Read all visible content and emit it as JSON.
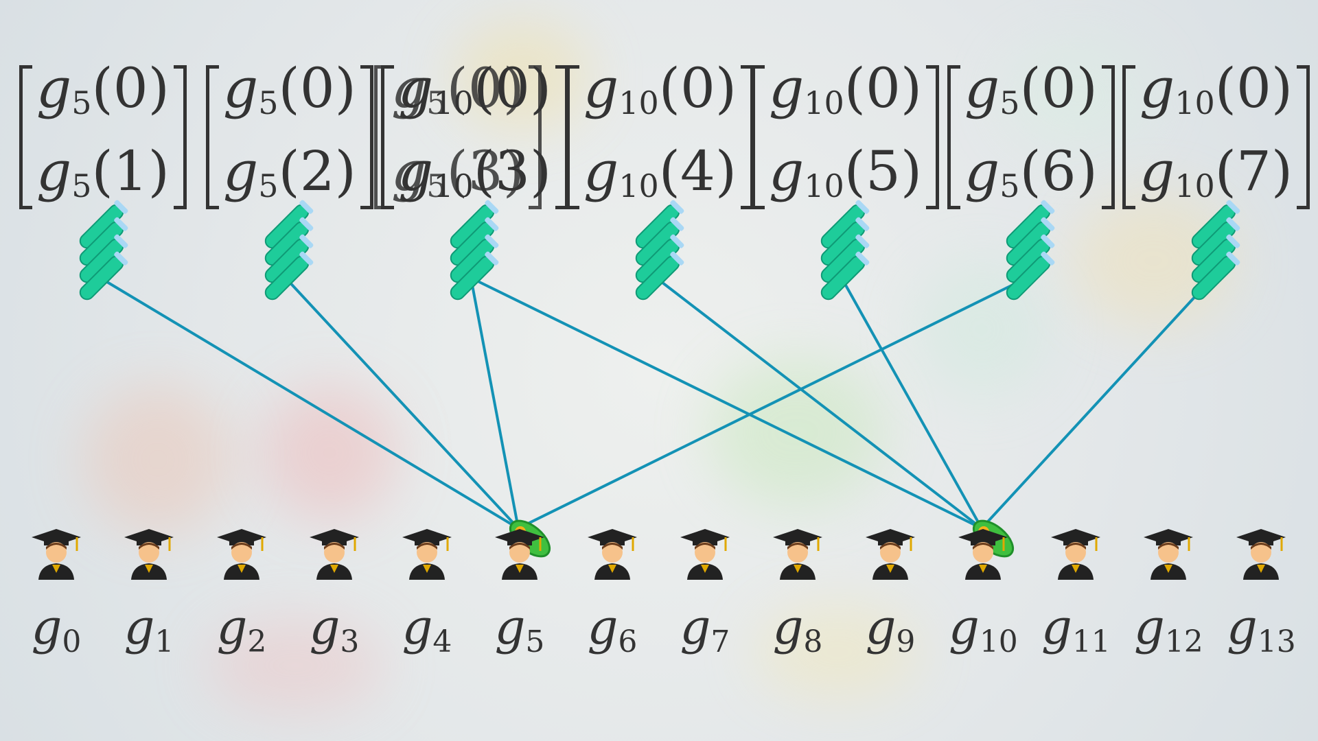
{
  "vectors": [
    {
      "top_fn": "g",
      "top_sub": "5",
      "top_arg": "(0)",
      "bottom_fn": "g",
      "bottom_sub": "5",
      "bottom_arg": "(1)"
    },
    {
      "top_fn": "g",
      "top_sub": "5",
      "top_arg": "(0)",
      "bottom_fn": "g",
      "bottom_sub": "5",
      "bottom_arg": "(2)"
    },
    {
      "top_fn": "g",
      "top_sub": "10",
      "top_arg": "(0)",
      "bottom_fn": "g",
      "bottom_sub": "10",
      "bottom_arg": "(3)"
    },
    {
      "top_fn": "g",
      "top_sub": "10",
      "top_arg": "(0)",
      "bottom_fn": "g",
      "bottom_sub": "10",
      "bottom_arg": "(4)"
    },
    {
      "top_fn": "g",
      "top_sub": "10",
      "top_arg": "(0)",
      "bottom_fn": "g",
      "bottom_sub": "10",
      "bottom_arg": "(5)"
    },
    {
      "top_fn": "g",
      "top_sub": "5",
      "top_arg": "(0)",
      "bottom_fn": "g",
      "bottom_sub": "5",
      "bottom_arg": "(6)"
    },
    {
      "top_fn": "g",
      "top_sub": "10",
      "top_arg": "(0)",
      "bottom_fn": "g",
      "bottom_sub": "10",
      "bottom_arg": "(7)"
    }
  ],
  "overlap_vector": {
    "top_fn": "g",
    "top_sub": "5",
    "top_arg": "(0)",
    "bottom_fn": "g",
    "bottom_sub": "5",
    "bottom_arg": "(3)"
  },
  "students": [
    {
      "fn": "g",
      "sub": "0",
      "infected": false
    },
    {
      "fn": "g",
      "sub": "1",
      "infected": false
    },
    {
      "fn": "g",
      "sub": "2",
      "infected": false
    },
    {
      "fn": "g",
      "sub": "3",
      "infected": false
    },
    {
      "fn": "g",
      "sub": "4",
      "infected": false
    },
    {
      "fn": "g",
      "sub": "5",
      "infected": true
    },
    {
      "fn": "g",
      "sub": "6",
      "infected": false
    },
    {
      "fn": "g",
      "sub": "7",
      "infected": false
    },
    {
      "fn": "g",
      "sub": "8",
      "infected": false
    },
    {
      "fn": "g",
      "sub": "9",
      "infected": false
    },
    {
      "fn": "g",
      "sub": "10",
      "infected": true
    },
    {
      "fn": "g",
      "sub": "11",
      "infected": false
    },
    {
      "fn": "g",
      "sub": "12",
      "infected": false
    },
    {
      "fn": "g",
      "sub": "13",
      "infected": false
    }
  ],
  "edges": [
    {
      "from": 0,
      "to": 5
    },
    {
      "from": 1,
      "to": 5
    },
    {
      "from": 2,
      "to": 5
    },
    {
      "from": 2,
      "to": 10
    },
    {
      "from": 3,
      "to": 10
    },
    {
      "from": 4,
      "to": 10
    },
    {
      "from": 5,
      "to": 5
    },
    {
      "from": 6,
      "to": 10
    }
  ],
  "icons": {
    "tube": "test-tube-icon",
    "student": "graduate-student-icon",
    "microbe": "microbe-icon"
  },
  "colors": {
    "edge": "#1392b5",
    "ink": "#333333",
    "tube": "#1ecc9a",
    "microbe": "#3fbf3f"
  }
}
